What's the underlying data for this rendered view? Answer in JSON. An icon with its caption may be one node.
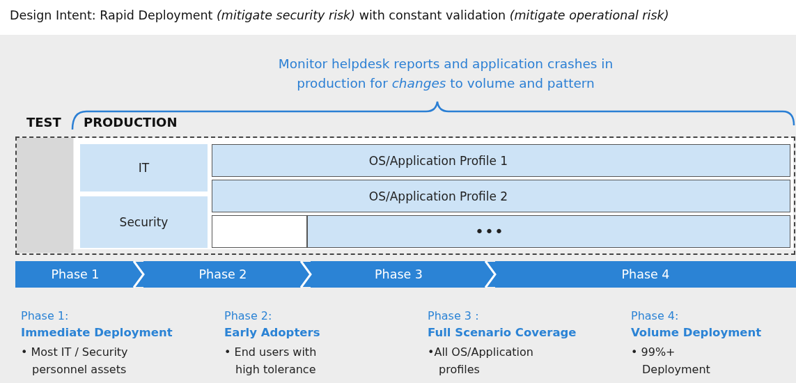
{
  "diagram": {
    "title": "Design Intent: Rapid Deployment *(mitigate security risk)* with constant validation *(mitigate operational risk)*",
    "nodes": [
      {
        "text": [
          "TEST"
        ]
      },
      {
        "text": [
          "PRODUCTION"
        ]
      },
      {
        "text": [
          "IT"
        ],
        "in": 1
      },
      {
        "text": [
          "Security"
        ],
        "in": 1
      },
      {
        "text": [
          "OS/Application Profile 1"
        ],
        "in": 1
      },
      {
        "text": [
          "OS/Application Profile 2"
        ],
        "in": 1
      },
      {
        "text": [],
        "shape": "box",
        "in": 1
      },
      {
        "text": [
          "•••"
        ],
        "in": 1
      },
      {
        "text": [
          "Phase 1"
        ]
      },
      {
        "text": [
          "Phase 2"
        ]
      },
      {
        "text": [
          "Phase 3"
        ]
      },
      {
        "text": [
          "Phase 4"
        ]
      }
    ],
    "edges": [
      {
        "from": 8,
        "to": 9,
        "arrow": "to"
      },
      {
        "from": 9,
        "to": 10,
        "arrow": "to"
      },
      {
        "from": 10,
        "to": 11,
        "arrow": "to"
      }
    ],
    "labels": [
      "Monitor helpdesk reports and application crashes in production for *changes* to volume and pattern",
      "Phase 1:",
      "Immediate Deployment",
      "• Most IT / Security personnel assets",
      "Phase 2:",
      "Early Adopters",
      "• End users with high tolerance",
      "Phase 3 :",
      "Full Scenario Coverage",
      "•All OS/Application profiles",
      "Phase 4:",
      "Volume Deployment",
      "• 99%+ Deployment"
    ]
  }
}
